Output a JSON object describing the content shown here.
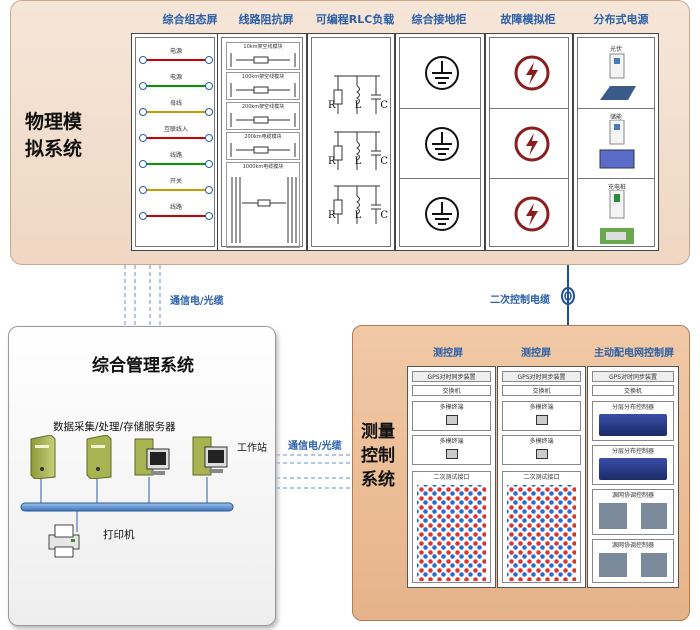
{
  "physical": {
    "label": "物理模拟系统",
    "cabinets": [
      {
        "title": "综合组态屏",
        "rows": [
          "电源",
          "电源",
          "母线",
          "互联线入",
          "线路",
          "开关",
          "线路"
        ]
      },
      {
        "title": "线路阻抗屏",
        "rows": [
          "10km架空线模块",
          "100km架空线模块",
          "200km架空线模块",
          "200km电缆模块",
          "1000km电缆模块"
        ]
      },
      {
        "title": "可编程RLC负载",
        "rlc": [
          "R",
          "L",
          "C"
        ]
      },
      {
        "title": "综合接地柜"
      },
      {
        "title": "故障模拟柜"
      },
      {
        "title": "分布式电源",
        "items": [
          "光伏",
          "储能",
          "充电桩"
        ]
      }
    ]
  },
  "links": {
    "comm_top": "通信电/光缆",
    "secondary": "二次控制电缆",
    "comm_mid": "通信电/光缆"
  },
  "management": {
    "title": "综合管理系统",
    "servers_label": "数据采集/处理/存储服务器",
    "workstation": "工作站",
    "printer": "打印机"
  },
  "measurement": {
    "label_lines": [
      "测量",
      "控制",
      "系统"
    ],
    "racks": [
      {
        "title": "测控屏",
        "gps": "GPS对时同步装置",
        "switch": "交换机",
        "dev1": "多模终端",
        "dev2": "多模终端",
        "test": "二次测试接口"
      },
      {
        "title": "测控屏",
        "gps": "GPS对时同步装置",
        "switch": "交换机",
        "dev1": "多模终端",
        "dev2": "多模终端",
        "test": "二次测试接口"
      },
      {
        "title": "主动配电网控制屏",
        "gps": "GPS对时同步装置",
        "switch": "交换机",
        "dev1": "分层分布控制器",
        "dev2": "分层分布控制器",
        "dev3": "源网协调控制器",
        "dev4": "源网协调控制器"
      }
    ]
  },
  "colors": {
    "accent": "#2a5fa8",
    "physical_bg": "#f3dfcd",
    "measure_bg": "#ebbd94"
  }
}
